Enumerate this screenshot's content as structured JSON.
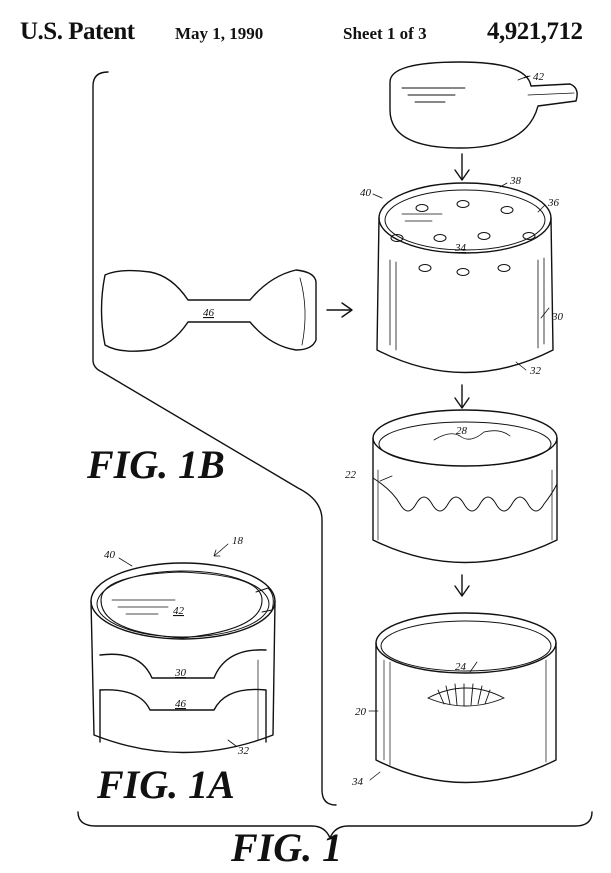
{
  "header": {
    "patent": "U.S. Patent",
    "date": "May 1, 1990",
    "sheet": "Sheet 1 of 3",
    "number": "4,921,712"
  },
  "figures": {
    "fig1b": "FIG. 1B",
    "fig1a": "FIG. 1A",
    "fig1": "FIG. 1"
  },
  "refs": {
    "r42_lid": "42",
    "r38": "38",
    "r40_cup": "40",
    "r36": "36",
    "r34_cup": "34",
    "r30_cup": "30",
    "r32_cup": "32",
    "r46_label": "46",
    "r28": "28",
    "r22": "22",
    "r24": "24",
    "r20": "20",
    "r34_base": "34",
    "r18": "18",
    "r40_asm": "40",
    "r42_asm": "42",
    "r30_asm": "30",
    "r46_asm": "46",
    "r32_asm": "32"
  }
}
